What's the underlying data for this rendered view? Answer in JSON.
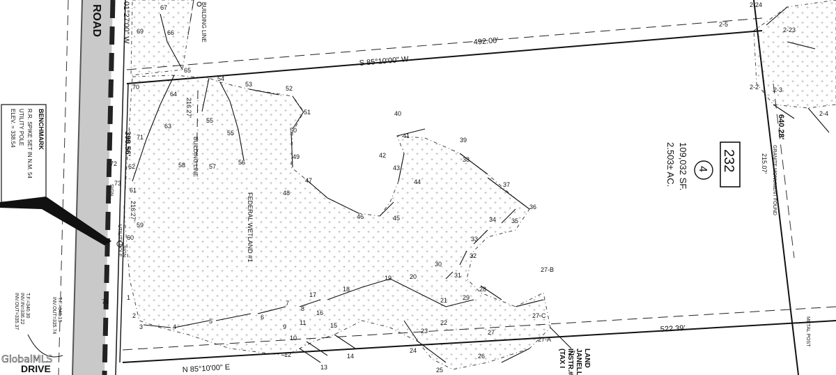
{
  "road": {
    "name": "ROAD",
    "bearing": "01°27'00\" W",
    "drive_label": "DRIVE"
  },
  "benchmark": {
    "title": "BENCHMARK",
    "lines": [
      "R.R. SPIKE SET IN N.M. 54",
      "UTILITY POLE",
      "ELEV. = 338.54"
    ]
  },
  "lot": {
    "number": "4",
    "tax_id": "232",
    "area_sf": "109,032 SF.",
    "area_ac": "2.503± AC."
  },
  "bearings": {
    "north_line": "S 85°10'00\" W",
    "south_line": "N 85°10'00\" E"
  },
  "distances": {
    "north_line": "492.00'",
    "south_line": "522.39'",
    "east_line": "640.28'",
    "east_partial": "215.07'",
    "west_line": "398.56'",
    "setback_a": "216.27'",
    "setback_b": "216.27'"
  },
  "labels": {
    "building_line_top": "BUILDING LINE",
    "building_line_side": "BUILDING LINE",
    "wetland": "FEDERAL WETLAND #1",
    "granite_monument": "GRANITE MONUMENT FOUND",
    "metal_post": "METAL POST",
    "utility_pole": "UTILITY POLE",
    "sign": "SIGN",
    "land": "LAND",
    "janell": "JANELL",
    "instr": "INSTR.#",
    "tax": "(TAX I"
  },
  "culvert_notes": [
    "INV.OUT=335.37",
    "INV.IN=336.22",
    "T.F.=340.30",
    "INV.OUT=335.74",
    "T.F.=340.19"
  ],
  "wetland_flags": [
    "1",
    "2",
    "3",
    "4",
    "5",
    "6",
    "7",
    "8",
    "9",
    "10",
    "11",
    "12",
    "13",
    "14",
    "15",
    "16",
    "17",
    "18",
    "19",
    "20",
    "21",
    "22",
    "23",
    "24",
    "25",
    "26",
    "27",
    "28",
    "29",
    "30",
    "31",
    "32",
    "33",
    "34",
    "35",
    "36",
    "37",
    "38",
    "39",
    "40",
    "41",
    "42",
    "43",
    "44",
    "45",
    "46",
    "47",
    "48",
    "49",
    "50",
    "51",
    "52",
    "53",
    "54",
    "55",
    "56",
    "57",
    "58",
    "59",
    "60",
    "61",
    "62",
    "63",
    "64",
    "65",
    "66",
    "67",
    "69",
    "70",
    "71",
    "72",
    "73",
    "74",
    "2-2",
    "2-3",
    "2-4",
    "2-5",
    "2-23",
    "2-24",
    "27-A",
    "27-B",
    "27-C",
    "27"
  ],
  "watermark": "GlobalMLS"
}
